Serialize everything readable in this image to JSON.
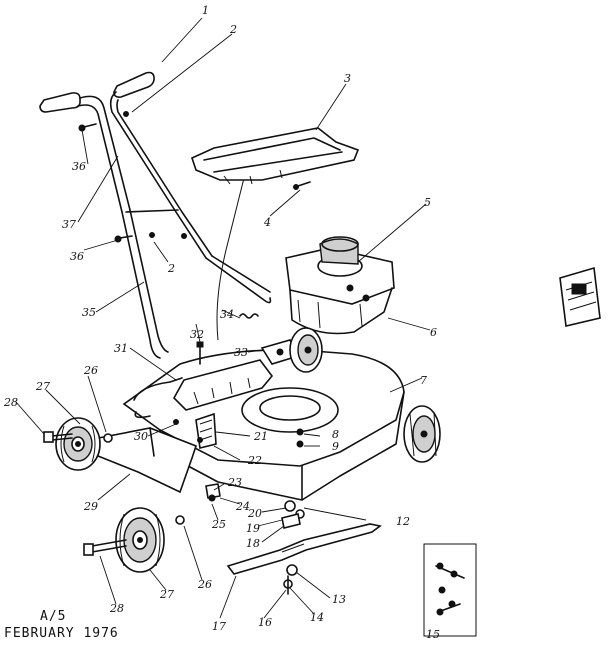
{
  "footer": {
    "code": "A/5",
    "date": "FEBRUARY 1976"
  },
  "callouts": [
    "1",
    "2",
    "3",
    "4",
    "5",
    "6",
    "7",
    "8",
    "9",
    "12",
    "13",
    "14",
    "16",
    "17",
    "18",
    "19",
    "20",
    "21",
    "22",
    "23",
    "24",
    "25",
    "26",
    "27",
    "28",
    "29",
    "30",
    "31",
    "32",
    "33",
    "34",
    "35",
    "36",
    "37",
    "2",
    "15",
    "36",
    "2",
    "26",
    "27",
    "28",
    "22"
  ]
}
